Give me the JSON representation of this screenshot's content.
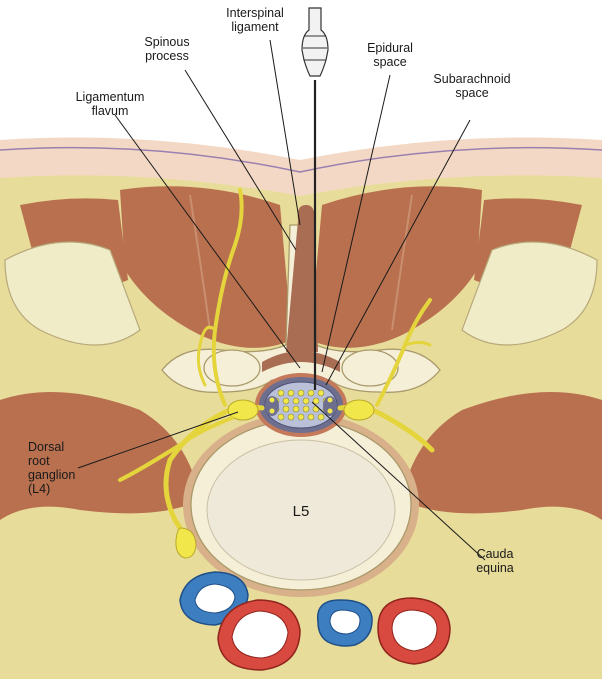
{
  "labels": {
    "interspinal": "Interspinal\nligament",
    "spinous": "Spinous\nprocess",
    "epidural": "Epidural\nspace",
    "subarachnoid": "Subarachnoid\nspace",
    "ligamentum": "Ligamentum\nflavum",
    "dorsal_root": "Dorsal\nroot\nganglion\n(L4)",
    "cauda": "Cauda\nequina",
    "vertebra": "L5"
  },
  "colors": {
    "skin": "#f3d9c5",
    "fat": "#e8dc9a",
    "muscle": "#b8704f",
    "bone": "#f6efd8",
    "nerve": "#f1e64a",
    "ligament": "#a86d52",
    "dura": "#6e6f8f",
    "vein": "#3d7ec0",
    "artery": "#d84a3f"
  }
}
